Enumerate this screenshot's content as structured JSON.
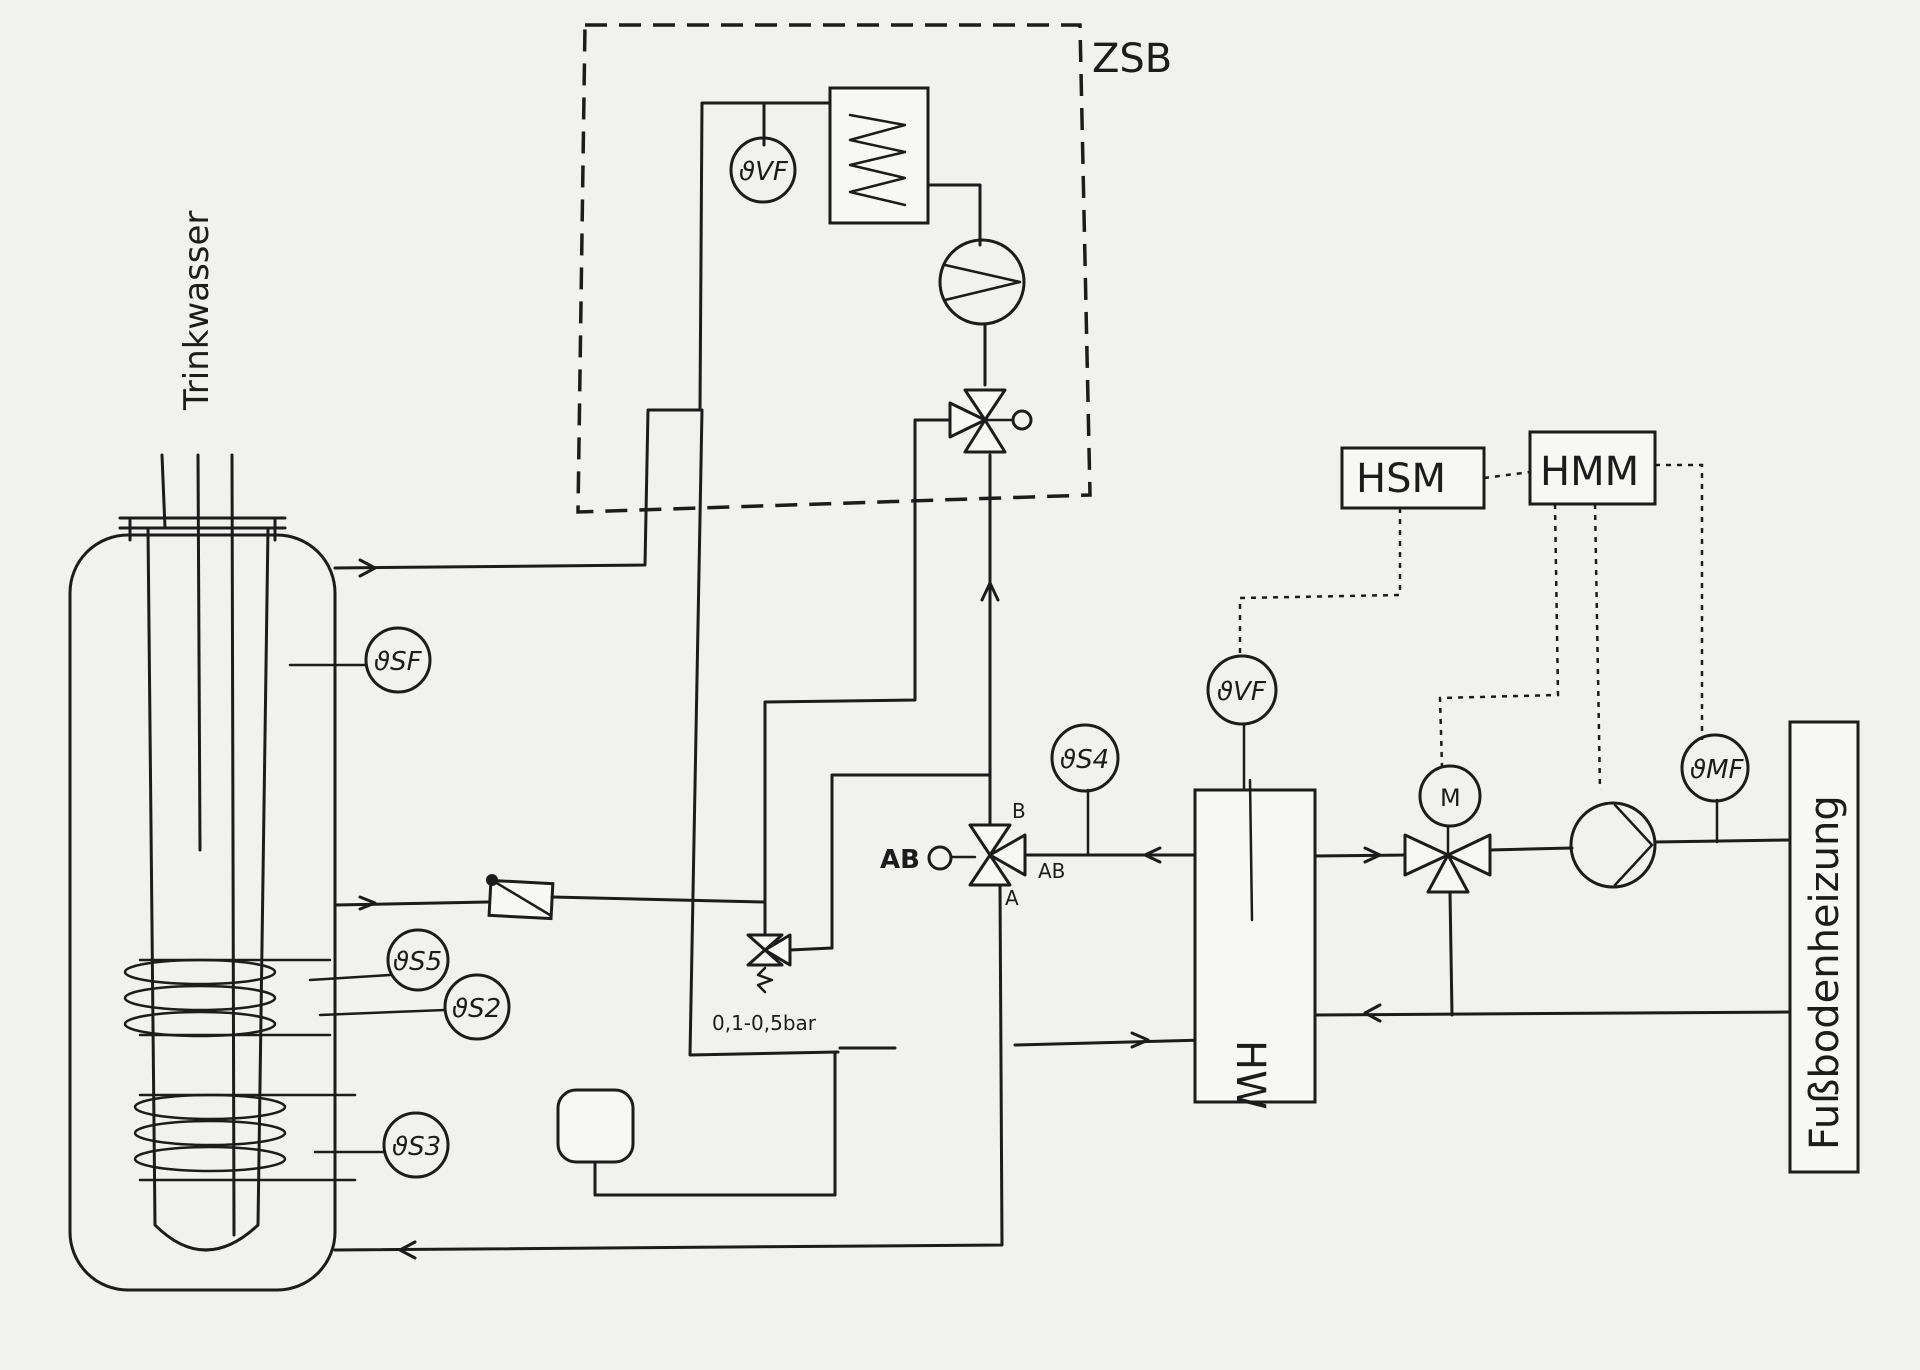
{
  "labels": {
    "zsb": "ZSB",
    "trinkwasser": "Trinkwasser",
    "fussbodenheizung": "Fußbodenheizung",
    "hsm": "HSM",
    "hmm": "HMM",
    "hw": "HW"
  },
  "sensors": {
    "vf_boiler": "ϑVF",
    "sf": "ϑSF",
    "s4": "ϑS4",
    "vf_heating": "ϑVF",
    "mf": "ϑMF",
    "s5": "ϑS5",
    "s2": "ϑS2",
    "s3": "ϑS3"
  },
  "motor": "M",
  "valve_ports": {
    "a": "A",
    "b": "B",
    "ab_left": "AB",
    "ab_right": "AB"
  },
  "safety_valve": "0,1-0,5bar"
}
